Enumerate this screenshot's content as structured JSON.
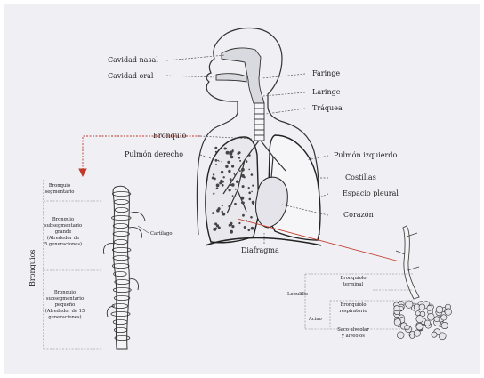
{
  "labels": {
    "cavidad_nasal": "Cavidad nasal",
    "cavidad_oral": "Cavidad oral",
    "faringe": "Faringe",
    "laringe": "Laringe",
    "traquea": "Tráquea",
    "bronquio": "Bronquio",
    "pulmon_derecho": "Pulmón derecho",
    "pulmon_izquierdo": "Pulmón izquierdo",
    "costillas": "Costillas",
    "espacio_pleural": "Espacio pleural",
    "corazon": "Corazón",
    "diafragma": "Diafragma"
  },
  "bronchial_tree": {
    "title": "Bronquios",
    "segmentario": [
      "Bronquio",
      "segmentario"
    ],
    "subsegmentario_grande": [
      "Bronquio",
      "subsegmentario",
      "grande",
      "(Alrededor de",
      "5 generaciones)"
    ],
    "subsegmentario_pequeno": [
      "Bronquio",
      "subsegmentario",
      "pequeño",
      "(Alrededor de 15",
      "generaciones)"
    ],
    "cartilago": "Cartílago"
  },
  "lobulillo": {
    "lobulillo": "Lobulillo",
    "acino": "Acino",
    "terminal": [
      "Bronquiolo",
      "terminal"
    ],
    "respiratorio": [
      "Bronquiolo",
      "respiratorio"
    ],
    "saco": [
      "Saco alveolar",
      "y alveolos"
    ]
  },
  "colors": {
    "background": "#efeff4",
    "line": "#222222",
    "pointer": "#c0392b"
  }
}
